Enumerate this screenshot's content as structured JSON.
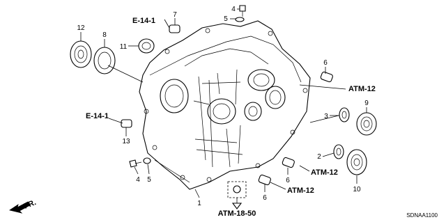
{
  "diagram": {
    "part_numbers": [
      "1",
      "2",
      "3",
      "4",
      "4",
      "5",
      "5",
      "6",
      "6",
      "6",
      "7",
      "8",
      "9",
      "10",
      "11",
      "12",
      "13"
    ],
    "references": [
      "E-14-1",
      "E-14-1",
      "ATM-12",
      "ATM-12",
      "ATM-12",
      "ATM-18-50"
    ],
    "direction_label": "FR.",
    "diagram_code": "SDNAA1100"
  }
}
